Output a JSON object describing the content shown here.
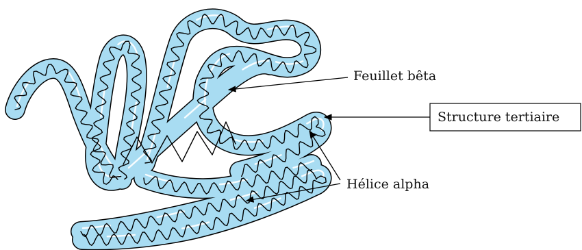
{
  "colors": {
    "tube_fill": "#a8dcf2",
    "tube_outline": "#000000",
    "highlight": "#ffffff",
    "chain": "#000000",
    "label_text": "#111111",
    "box_border": "#000000"
  },
  "labels": {
    "beta_sheet": "Feuillet bêta",
    "tertiary_structure": "Structure tertiaire",
    "alpha_helix": "Hélice alpha"
  }
}
